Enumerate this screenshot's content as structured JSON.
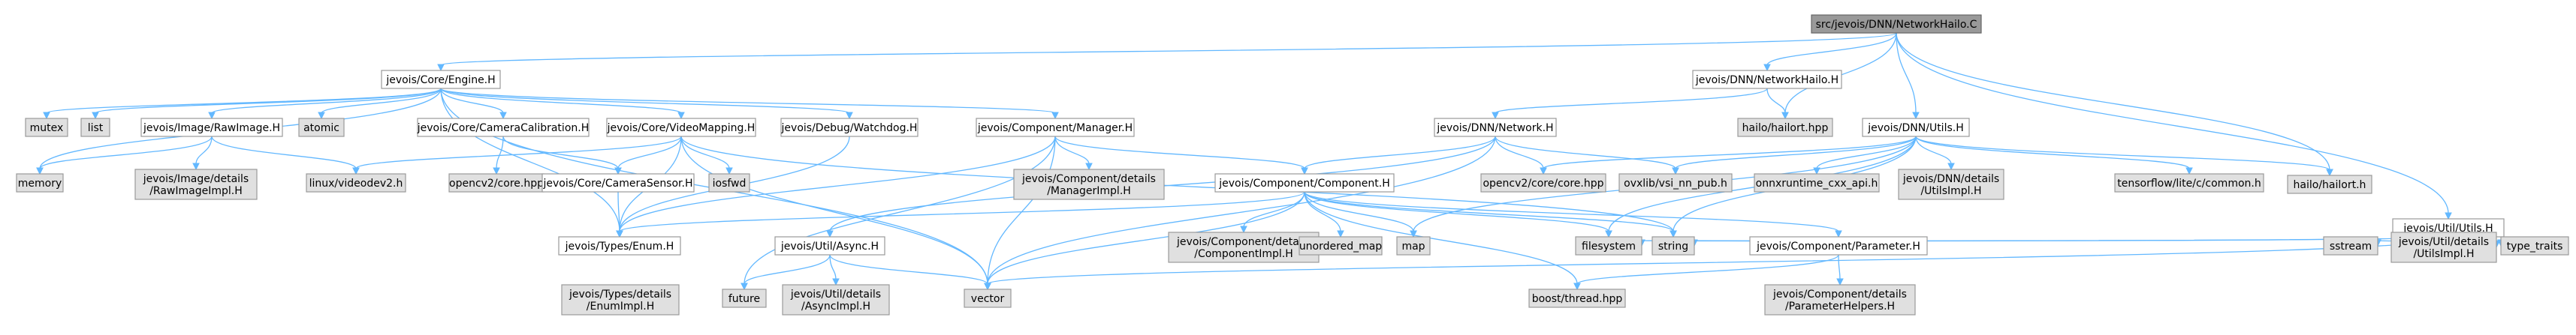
{
  "graph": {
    "nodes": {
      "root": {
        "label": "src/jevois/DNN/NetworkHailo.C",
        "lines": [
          "src/jevois/DNN/NetworkHailo.C"
        ],
        "style": "root"
      },
      "engine": {
        "label": "jevois/Core/Engine.H",
        "lines": [
          "jevois/Core/Engine.H"
        ],
        "style": "white"
      },
      "networkhailo_h": {
        "label": "jevois/DNN/NetworkHailo.H",
        "lines": [
          "jevois/DNN/NetworkHailo.H"
        ],
        "style": "white"
      },
      "hailort_hpp": {
        "label": "hailo/hailort.hpp",
        "lines": [
          "hailo/hailort.hpp"
        ],
        "style": "gray"
      },
      "dnn_utils": {
        "label": "jevois/DNN/Utils.H",
        "lines": [
          "jevois/DNN/Utils.H"
        ],
        "style": "white"
      },
      "hailort_h": {
        "label": "hailo/hailort.h",
        "lines": [
          "hailo/hailort.h"
        ],
        "style": "gray"
      },
      "util_utils": {
        "label": "jevois/Util/Utils.H",
        "lines": [
          "jevois/Util/Utils.H"
        ],
        "style": "white"
      },
      "dnn_network": {
        "label": "jevois/DNN/Network.H",
        "lines": [
          "jevois/DNN/Network.H"
        ],
        "style": "white"
      },
      "mutex": {
        "label": "mutex",
        "lines": [
          "mutex"
        ],
        "style": "gray"
      },
      "list": {
        "label": "list",
        "lines": [
          "list"
        ],
        "style": "gray"
      },
      "rawimage": {
        "label": "jevois/Image/RawImage.H",
        "lines": [
          "jevois/Image/RawImage.H"
        ],
        "style": "white"
      },
      "atomic": {
        "label": "atomic",
        "lines": [
          "atomic"
        ],
        "style": "gray"
      },
      "cameracal": {
        "label": "jevois/Core/CameraCalibration.H",
        "lines": [
          "jevois/Core/CameraCalibration.H"
        ],
        "style": "white"
      },
      "videomapping": {
        "label": "jevois/Core/VideoMapping.H",
        "lines": [
          "jevois/Core/VideoMapping.H"
        ],
        "style": "white"
      },
      "watchdog": {
        "label": "jevois/Debug/Watchdog.H",
        "lines": [
          "jevois/Debug/Watchdog.H"
        ],
        "style": "white"
      },
      "manager": {
        "label": "jevois/Component/Manager.H",
        "lines": [
          "jevois/Component/Manager.H"
        ],
        "style": "white"
      },
      "memory": {
        "label": "memory",
        "lines": [
          "memory"
        ],
        "style": "gray"
      },
      "rawimageimpl": {
        "label": "jevois/Image/details/RawImageImpl.H",
        "lines": [
          "jevois/Image/details",
          "/RawImageImpl.H"
        ],
        "style": "gray"
      },
      "videodev2": {
        "label": "linux/videodev2.h",
        "lines": [
          "linux/videodev2.h"
        ],
        "style": "gray"
      },
      "opencv2_core_hpp_small": {
        "label": "opencv2/core.hpp",
        "lines": [
          "opencv2/core.hpp"
        ],
        "style": "gray"
      },
      "camerasensor": {
        "label": "jevois/Core/CameraSensor.H",
        "lines": [
          "jevois/Core/CameraSensor.H"
        ],
        "style": "white"
      },
      "iosfwd": {
        "label": "iosfwd",
        "lines": [
          "iosfwd"
        ],
        "style": "gray"
      },
      "managerimpl": {
        "label": "jevois/Component/details/ManagerImpl.H",
        "lines": [
          "jevois/Component/details",
          "/ManagerImpl.H"
        ],
        "style": "gray"
      },
      "component": {
        "label": "jevois/Component/Component.H",
        "lines": [
          "jevois/Component/Component.H"
        ],
        "style": "white"
      },
      "opencv_core_core": {
        "label": "opencv2/core/core.hpp",
        "lines": [
          "opencv2/core/core.hpp"
        ],
        "style": "gray"
      },
      "ovxlib": {
        "label": "ovxlib/vsi_nn_pub.h",
        "lines": [
          "ovxlib/vsi_nn_pub.h"
        ],
        "style": "gray"
      },
      "onnxruntime": {
        "label": "onnxruntime_cxx_api.h",
        "lines": [
          "onnxruntime_cxx_api.h"
        ],
        "style": "gray"
      },
      "dnnutilsimpl": {
        "label": "jevois/DNN/details/UtilsImpl.H",
        "lines": [
          "jevois/DNN/details",
          "/UtilsImpl.H"
        ],
        "style": "gray"
      },
      "tflite": {
        "label": "tensorflow/lite/c/common.h",
        "lines": [
          "tensorflow/lite/c/common.h"
        ],
        "style": "gray"
      },
      "enum": {
        "label": "jevois/Types/Enum.H",
        "lines": [
          "jevois/Types/Enum.H"
        ],
        "style": "white"
      },
      "async": {
        "label": "jevois/Util/Async.H",
        "lines": [
          "jevois/Util/Async.H"
        ],
        "style": "white"
      },
      "componentimpl": {
        "label": "jevois/Component/details/ComponentImpl.H",
        "lines": [
          "jevois/Component/details",
          "/ComponentImpl.H"
        ],
        "style": "gray"
      },
      "unordered_map": {
        "label": "unordered_map",
        "lines": [
          "unordered_map"
        ],
        "style": "gray"
      },
      "map": {
        "label": "map",
        "lines": [
          "map"
        ],
        "style": "gray"
      },
      "filesystem": {
        "label": "filesystem",
        "lines": [
          "filesystem"
        ],
        "style": "gray"
      },
      "string": {
        "label": "string",
        "lines": [
          "string"
        ],
        "style": "gray"
      },
      "parameter": {
        "label": "jevois/Component/Parameter.H",
        "lines": [
          "jevois/Component/Parameter.H"
        ],
        "style": "white"
      },
      "sstream": {
        "label": "sstream",
        "lines": [
          "sstream"
        ],
        "style": "gray"
      },
      "utilutilsimpl": {
        "label": "jevois/Util/details/UtilsImpl.H",
        "lines": [
          "jevois/Util/details",
          "/UtilsImpl.H"
        ],
        "style": "gray"
      },
      "type_traits": {
        "label": "type_traits",
        "lines": [
          "type_traits"
        ],
        "style": "gray"
      },
      "enumimpl": {
        "label": "jevois/Types/details/EnumImpl.H",
        "lines": [
          "jevois/Types/details",
          "/EnumImpl.H"
        ],
        "style": "gray"
      },
      "future": {
        "label": "future",
        "lines": [
          "future"
        ],
        "style": "gray"
      },
      "asyncimpl": {
        "label": "jevois/Util/details/AsyncImpl.H",
        "lines": [
          "jevois/Util/details",
          "/AsyncImpl.H"
        ],
        "style": "gray"
      },
      "vector": {
        "label": "vector",
        "lines": [
          "vector"
        ],
        "style": "gray"
      },
      "boostthread": {
        "label": "boost/thread.hpp",
        "lines": [
          "boost/thread.hpp"
        ],
        "style": "gray"
      },
      "paramhelpers": {
        "label": "jevois/Component/details/ParameterHelpers.H",
        "lines": [
          "jevois/Component/details",
          "/ParameterHelpers.H"
        ],
        "style": "gray"
      }
    },
    "edges": [
      [
        "root",
        "engine"
      ],
      [
        "root",
        "networkhailo_h"
      ],
      [
        "root",
        "hailort_hpp"
      ],
      [
        "root",
        "dnn_utils"
      ],
      [
        "root",
        "hailort_h"
      ],
      [
        "root",
        "util_utils"
      ],
      [
        "networkhailo_h",
        "dnn_network"
      ],
      [
        "networkhailo_h",
        "hailort_hpp"
      ],
      [
        "engine",
        "memory"
      ],
      [
        "engine",
        "mutex"
      ],
      [
        "engine",
        "list"
      ],
      [
        "engine",
        "rawimage"
      ],
      [
        "engine",
        "atomic"
      ],
      [
        "engine",
        "cameracal"
      ],
      [
        "engine",
        "videomapping"
      ],
      [
        "engine",
        "watchdog"
      ],
      [
        "engine",
        "manager"
      ],
      [
        "engine",
        "enum"
      ],
      [
        "engine",
        "vector"
      ],
      [
        "rawimage",
        "memory"
      ],
      [
        "rawimage",
        "videodev2"
      ],
      [
        "rawimage",
        "rawimageimpl"
      ],
      [
        "cameracal",
        "opencv2_core_hpp_small"
      ],
      [
        "cameracal",
        "camerasensor"
      ],
      [
        "videomapping",
        "videodev2"
      ],
      [
        "videomapping",
        "camerasensor"
      ],
      [
        "videomapping",
        "iosfwd"
      ],
      [
        "videomapping",
        "enum"
      ],
      [
        "videomapping",
        "vector"
      ],
      [
        "videomapping",
        "string"
      ],
      [
        "camerasensor",
        "enum"
      ],
      [
        "watchdog",
        "enum"
      ],
      [
        "manager",
        "managerimpl"
      ],
      [
        "manager",
        "component"
      ],
      [
        "manager",
        "vector"
      ],
      [
        "manager",
        "future"
      ],
      [
        "manager",
        "enum"
      ],
      [
        "dnn_network",
        "component"
      ],
      [
        "dnn_network",
        "opencv_core_core"
      ],
      [
        "dnn_network",
        "ovxlib"
      ],
      [
        "dnn_network",
        "async"
      ],
      [
        "dnn_network",
        "vector"
      ],
      [
        "dnn_utils",
        "opencv_core_core"
      ],
      [
        "dnn_utils",
        "ovxlib"
      ],
      [
        "dnn_utils",
        "onnxruntime"
      ],
      [
        "dnn_utils",
        "dnnutilsimpl"
      ],
      [
        "dnn_utils",
        "tflite"
      ],
      [
        "dnn_utils",
        "hailort_h"
      ],
      [
        "dnn_utils",
        "map"
      ],
      [
        "dnn_utils",
        "string"
      ],
      [
        "dnn_utils",
        "filesystem"
      ],
      [
        "component",
        "enum"
      ],
      [
        "component",
        "componentimpl"
      ],
      [
        "component",
        "unordered_map"
      ],
      [
        "component",
        "map"
      ],
      [
        "component",
        "filesystem"
      ],
      [
        "component",
        "string"
      ],
      [
        "component",
        "parameter"
      ],
      [
        "component",
        "vector"
      ],
      [
        "component",
        "boostthread"
      ],
      [
        "async",
        "future"
      ],
      [
        "async",
        "asyncimpl"
      ],
      [
        "async",
        "vector"
      ],
      [
        "parameter",
        "boostthread"
      ],
      [
        "parameter",
        "paramhelpers"
      ],
      [
        "util_utils",
        "sstream"
      ],
      [
        "util_utils",
        "utilutilsimpl"
      ],
      [
        "util_utils",
        "type_traits"
      ],
      [
        "util_utils",
        "string"
      ],
      [
        "util_utils",
        "vector"
      ],
      [
        "util_utils",
        "filesystem"
      ]
    ]
  },
  "colors": {
    "edge": "#63b8ff",
    "node_border": "#999999",
    "gray_fill": "#e0e0e0",
    "root_fill": "#999999"
  }
}
